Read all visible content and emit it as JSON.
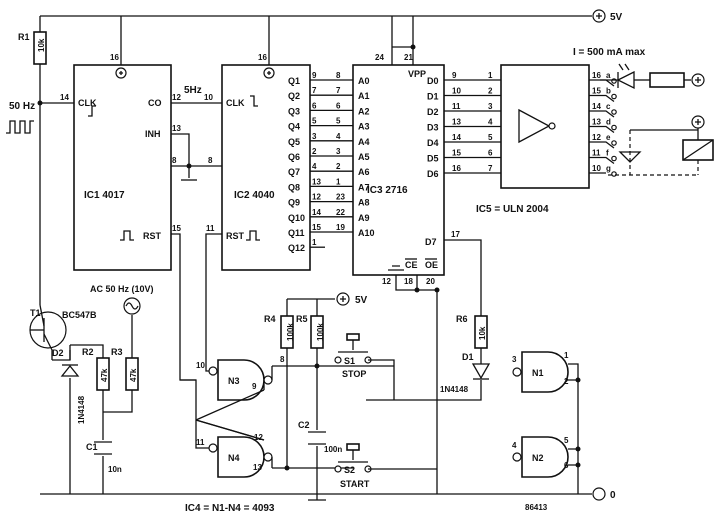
{
  "supply": {
    "v5_top": "5V",
    "v5_mid": "5V",
    "ground": "0"
  },
  "clock_input": {
    "label": "50 Hz"
  },
  "resistors": {
    "r1": {
      "ref": "R1",
      "value": "10k"
    },
    "r2": {
      "ref": "R2",
      "value": "47k"
    },
    "r3": {
      "ref": "R3",
      "value": "47k"
    },
    "r4": {
      "ref": "R4",
      "value": "100k"
    },
    "r5": {
      "ref": "R5",
      "value": "100k"
    },
    "r6": {
      "ref": "R6",
      "value": "10k"
    }
  },
  "capacitors": {
    "c1": {
      "ref": "C1",
      "value": "10n"
    },
    "c2": {
      "ref": "C2",
      "value": "100n"
    }
  },
  "diodes": {
    "d1": {
      "ref": "D1",
      "part": "1N4148"
    },
    "d2": {
      "ref": "D2",
      "part": "1N4148"
    }
  },
  "transistor": {
    "ref": "T1",
    "part": "BC547B"
  },
  "ac_source": {
    "label": "AC 50 Hz (10V)"
  },
  "ic1": {
    "name": "IC1 4017",
    "pwr_pin": "16",
    "clk_pin": "14",
    "clk": "CLK",
    "co": "CO",
    "co_pin": "12",
    "inh": "INH",
    "inh_pin": "13",
    "gnd_pin": "8",
    "rst": "RST",
    "rst_pin": "15"
  },
  "ic2": {
    "name": "IC2 4040",
    "pwr_pin": "16",
    "clk": "CLK",
    "clk_pin": "10",
    "gnd_pin": "8",
    "rst": "RST",
    "rst_pin": "11",
    "freq": "5Hz",
    "outputs": [
      {
        "q": "Q1",
        "pin": "9"
      },
      {
        "q": "Q2",
        "pin": "7"
      },
      {
        "q": "Q3",
        "pin": "6"
      },
      {
        "q": "Q4",
        "pin": "5"
      },
      {
        "q": "Q5",
        "pin": "3"
      },
      {
        "q": "Q6",
        "pin": "2"
      },
      {
        "q": "Q7",
        "pin": "4"
      },
      {
        "q": "Q8",
        "pin": "13"
      },
      {
        "q": "Q9",
        "pin": "12"
      },
      {
        "q": "Q10",
        "pin": "14"
      },
      {
        "q": "Q11",
        "pin": "15"
      },
      {
        "q": "Q12",
        "pin": "1"
      }
    ]
  },
  "ic3": {
    "name": "IC3 2716",
    "vcc_pin": "24",
    "vpp_pin": "21",
    "vpp": "VPP",
    "addr": [
      {
        "a": "A0",
        "pin": "8"
      },
      {
        "a": "A1",
        "pin": "7"
      },
      {
        "a": "A2",
        "pin": "6"
      },
      {
        "a": "A3",
        "pin": "5"
      },
      {
        "a": "A4",
        "pin": "4"
      },
      {
        "a": "A5",
        "pin": "3"
      },
      {
        "a": "A6",
        "pin": "2"
      },
      {
        "a": "A7",
        "pin": "1"
      },
      {
        "a": "A8",
        "pin": "23"
      },
      {
        "a": "A9",
        "pin": "22"
      },
      {
        "a": "A10",
        "pin": "19"
      }
    ],
    "data": [
      {
        "d": "D0",
        "pin": "9"
      },
      {
        "d": "D1",
        "pin": "10"
      },
      {
        "d": "D2",
        "pin": "11"
      },
      {
        "d": "D3",
        "pin": "13"
      },
      {
        "d": "D4",
        "pin": "14"
      },
      {
        "d": "D5",
        "pin": "15"
      },
      {
        "d": "D6",
        "pin": "16"
      }
    ],
    "d7": "D7",
    "d7_pin": "17",
    "gnd_pin": "12",
    "ce": "CE",
    "ce_pin": "18",
    "oe": "OE",
    "oe_pin": "20"
  },
  "ic5": {
    "name": "IC5 = ULN 2004",
    "in_pins": [
      "1",
      "2",
      "3",
      "4",
      "5",
      "6",
      "7"
    ],
    "out_pins": [
      "16",
      "15",
      "14",
      "13",
      "12",
      "11",
      "10"
    ],
    "letters": [
      "a",
      "b",
      "c",
      "d",
      "e",
      "f",
      "g"
    ],
    "current": "I = 500 mA max"
  },
  "gates": {
    "n1": {
      "name": "N1",
      "pins": [
        "3",
        "1",
        "2"
      ]
    },
    "n2": {
      "name": "N2",
      "pins": [
        "4",
        "5",
        "6"
      ]
    },
    "n3": {
      "name": "N3",
      "pins": [
        "10",
        "8",
        "9"
      ]
    },
    "n4": {
      "name": "N4",
      "pins": [
        "11",
        "12",
        "13"
      ]
    },
    "note": "IC4 = N1-N4 = 4093"
  },
  "switches": {
    "s1": {
      "ref": "S1",
      "label": "STOP"
    },
    "s2": {
      "ref": "S2",
      "label": "START"
    }
  },
  "figure_id": "86413"
}
